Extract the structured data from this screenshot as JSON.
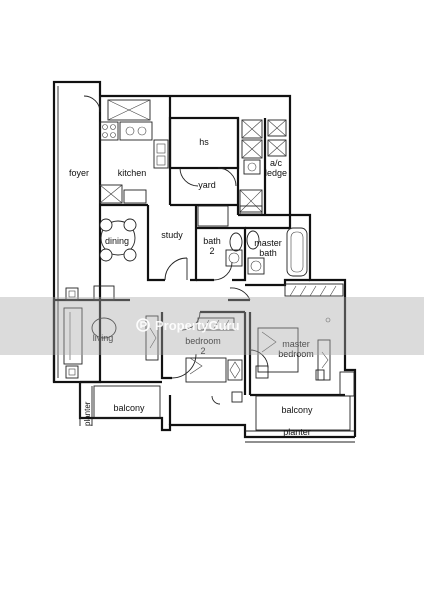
{
  "plan": {
    "rooms": {
      "foyer": "foyer",
      "kitchen": "kitchen",
      "hs": "hs",
      "yard": "yard",
      "ac_ledge": "a/c\nledge",
      "dining": "dining",
      "study": "study",
      "bath2": "bath\n2",
      "master_bath": "master\nbath",
      "living": "living",
      "bedroom2": "bedroom\n2",
      "master_bedroom": "master\nbedroom",
      "balcony_left": "balcony",
      "balcony_right": "balcony",
      "planter_left": "planter",
      "planter_bottom": "planter"
    },
    "wall_color": "#111111"
  },
  "watermark": {
    "text": "PropertyGuru",
    "logo_icon": "propertyguru-logo"
  }
}
